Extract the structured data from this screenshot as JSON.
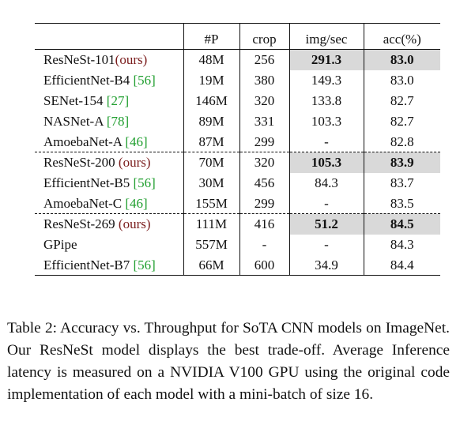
{
  "table": {
    "headers": [
      "",
      "#P",
      "crop",
      "img/sec",
      "acc(%)"
    ],
    "rows": [
      {
        "model": "ResNeSt-101",
        "suffix": "(ours)",
        "suffix_type": "ours",
        "p": "48M",
        "crop": "256",
        "img_sec": "291.3",
        "acc": "83.0",
        "highlight": true,
        "dashed_top": false
      },
      {
        "model": "EfficientNet-B4 ",
        "suffix": "[56]",
        "suffix_type": "ref",
        "p": "19M",
        "crop": "380",
        "img_sec": "149.3",
        "acc": "83.0",
        "highlight": false,
        "dashed_top": false
      },
      {
        "model": "SENet-154 ",
        "suffix": "[27]",
        "suffix_type": "ref",
        "p": "146M",
        "crop": "320",
        "img_sec": "133.8",
        "acc": "82.7",
        "highlight": false,
        "dashed_top": false
      },
      {
        "model": "NASNet-A ",
        "suffix": "[78]",
        "suffix_type": "ref",
        "p": "89M",
        "crop": "331",
        "img_sec": "103.3",
        "acc": "82.7",
        "highlight": false,
        "dashed_top": false
      },
      {
        "model": "AmoebaNet-A ",
        "suffix": "[46]",
        "suffix_type": "ref",
        "p": "87M",
        "crop": "299",
        "img_sec": "-",
        "acc": "82.8",
        "highlight": false,
        "dashed_top": false
      },
      {
        "model": "ResNeSt-200 ",
        "suffix": "(ours)",
        "suffix_type": "ours",
        "p": "70M",
        "crop": "320",
        "img_sec": "105.3",
        "acc": "83.9",
        "highlight": true,
        "dashed_top": true
      },
      {
        "model": "EfficientNet-B5 ",
        "suffix": "[56]",
        "suffix_type": "ref",
        "p": "30M",
        "crop": "456",
        "img_sec": "84.3",
        "acc": "83.7",
        "highlight": false,
        "dashed_top": false
      },
      {
        "model": "AmoebaNet-C ",
        "suffix": "[46]",
        "suffix_type": "ref",
        "p": "155M",
        "crop": "299",
        "img_sec": "-",
        "acc": "83.5",
        "highlight": false,
        "dashed_top": false
      },
      {
        "model": "ResNeSt-269 ",
        "suffix": "(ours)",
        "suffix_type": "ours",
        "p": "111M",
        "crop": "416",
        "img_sec": "51.2",
        "acc": "84.5",
        "highlight": true,
        "dashed_top": true
      },
      {
        "model": "GPipe",
        "suffix": "",
        "suffix_type": "",
        "p": "557M",
        "crop": "-",
        "img_sec": "-",
        "acc": "84.3",
        "highlight": false,
        "dashed_top": false
      },
      {
        "model": "EfficientNet-B7 ",
        "suffix": "[56]",
        "suffix_type": "ref",
        "p": "66M",
        "crop": "600",
        "img_sec": "34.9",
        "acc": "84.4",
        "highlight": false,
        "dashed_top": false
      }
    ]
  },
  "caption": "Table 2: Accuracy vs. Throughput for SoTA CNN models on ImageNet. Our ResNeSt model displays the best trade-off. Average Inference latency is measured on a NVIDIA V100 GPU using the original code implementation of each model with a mini-batch of size 16."
}
